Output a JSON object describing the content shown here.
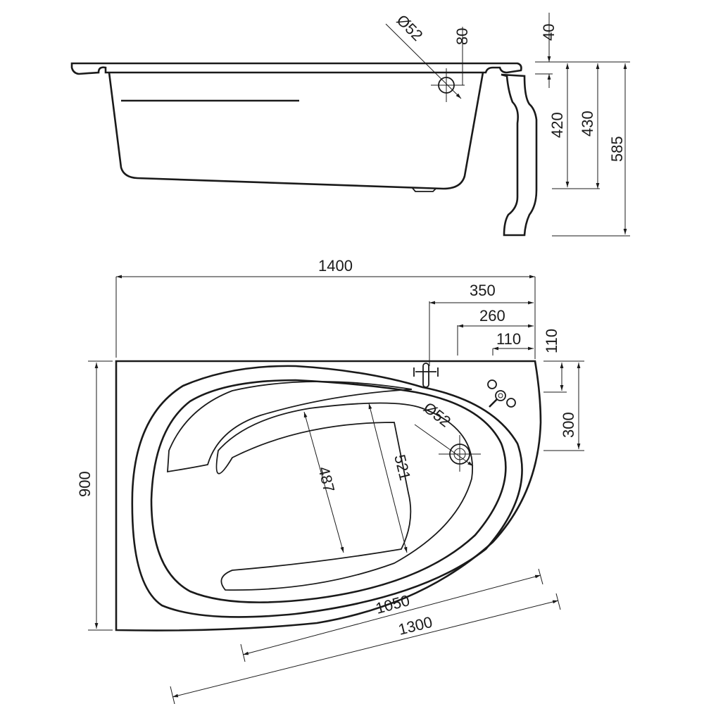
{
  "title": "Corner bathtub technical drawing",
  "colors": {
    "line": "#1a1a1a",
    "background": "#ffffff"
  },
  "side_view": {
    "overflow_diameter": "Ø52",
    "overflow_height": "80",
    "rim_thickness": "40",
    "depth_inner": "420",
    "depth": "430",
    "total_height": "585"
  },
  "top_view": {
    "length": "1400",
    "tap_offset": "350",
    "valve_offset_a": "260",
    "valve_offset_b": "110",
    "valve_offset_vertical": "110",
    "drain_offset_vertical": "300",
    "width": "900",
    "drain_diameter": "Ø52",
    "inner_width_a": "487",
    "inner_width_b": "521",
    "inner_length": "1050",
    "front_length": "1300"
  }
}
